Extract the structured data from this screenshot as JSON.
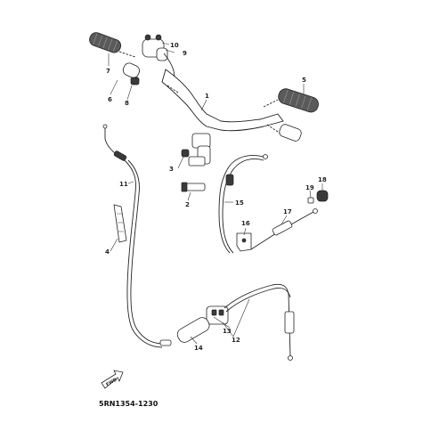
{
  "diagram": {
    "reference_code": "5RN1354-1230",
    "fwd_label": "FWD",
    "callouts": [
      {
        "id": "1",
        "label": "1"
      },
      {
        "id": "2",
        "label": "2"
      },
      {
        "id": "3",
        "label": "3"
      },
      {
        "id": "4",
        "label": "4"
      },
      {
        "id": "5",
        "label": "5"
      },
      {
        "id": "6",
        "label": "6"
      },
      {
        "id": "7",
        "label": "7"
      },
      {
        "id": "8",
        "label": "8"
      },
      {
        "id": "9",
        "label": "9"
      },
      {
        "id": "10",
        "label": "10"
      },
      {
        "id": "11",
        "label": "11"
      },
      {
        "id": "12",
        "label": "12"
      },
      {
        "id": "13",
        "label": "13"
      },
      {
        "id": "14",
        "label": "14"
      },
      {
        "id": "15",
        "label": "15"
      },
      {
        "id": "16",
        "label": "16"
      },
      {
        "id": "17",
        "label": "17"
      },
      {
        "id": "18",
        "label": "18"
      },
      {
        "id": "19",
        "label": "19"
      }
    ]
  }
}
